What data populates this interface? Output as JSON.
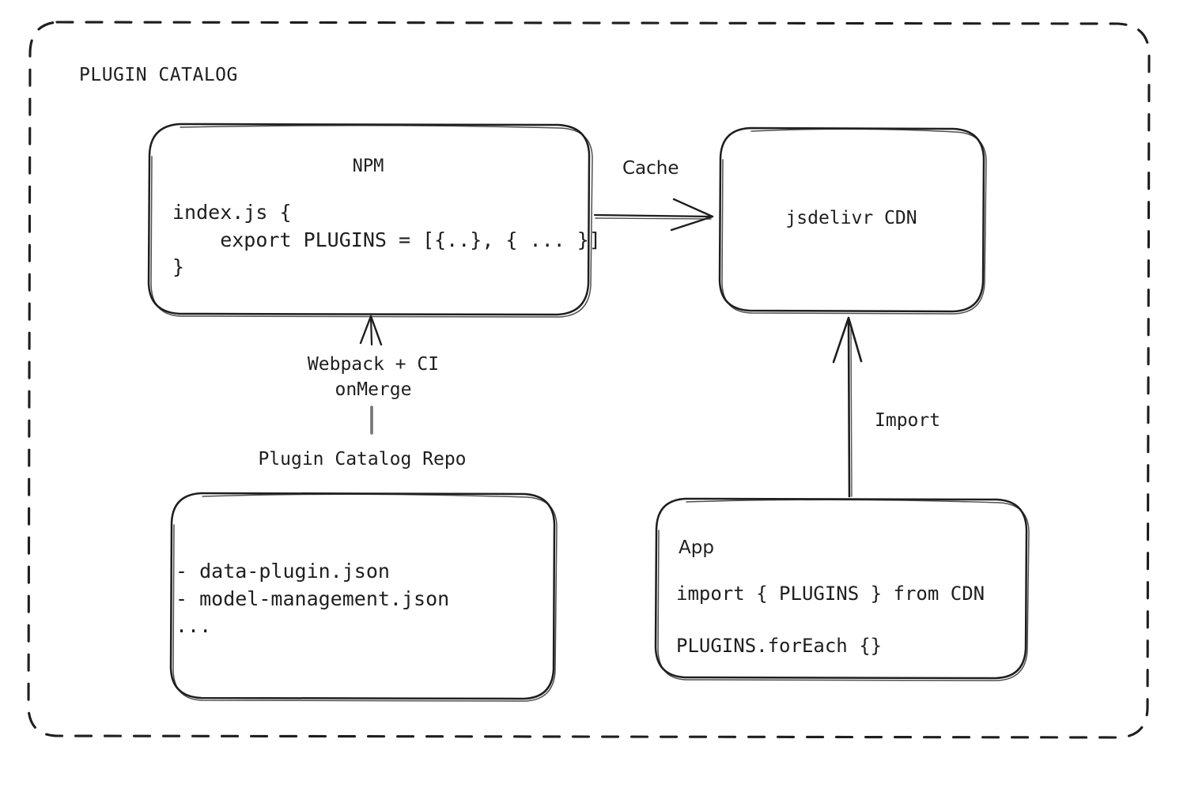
{
  "diagram": {
    "title": "PLUGIN CATALOG",
    "accent_color": "#1e1e1e",
    "background_color": "#ffffff",
    "container": {
      "label": "PLUGIN CATALOG",
      "border_style": "dashed"
    },
    "nodes": {
      "npm": {
        "title": "NPM",
        "code": "index.js {\n    export PLUGINS = [{..}, { ... }]\n}"
      },
      "cdn": {
        "label": "jsdelivr CDN"
      },
      "repo": {
        "caption": "Plugin Catalog Repo",
        "files": "- data-plugin.json\n- model-management.json\n..."
      },
      "app": {
        "title": "App",
        "code": "import { PLUGINS } from CDN\n\nPLUGINS.forEach {}"
      }
    },
    "edges": {
      "npm_to_cdn": {
        "label": "Cache",
        "direction": "right"
      },
      "repo_to_npm": {
        "label": "Webpack + CI\nonMerge",
        "direction": "up"
      },
      "app_to_cdn": {
        "label": "Import",
        "direction": "up"
      }
    }
  }
}
